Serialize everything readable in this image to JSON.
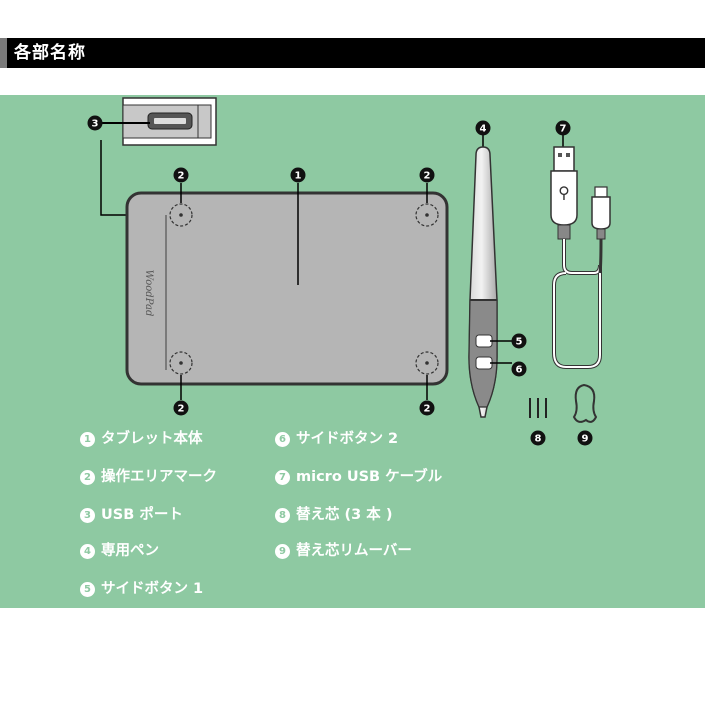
{
  "header": {
    "title": "各部名称"
  },
  "diagram": {
    "tablet_logo": "WoodPad",
    "callouts": {
      "tablet": "1",
      "active_area": "2",
      "usb_port": "3",
      "pen": "4",
      "side_button_1": "5",
      "side_button_2": "6",
      "cable": "7",
      "nibs": "8",
      "nib_remover": "9"
    }
  },
  "legend": [
    {
      "num": "1",
      "label": "タブレット本体"
    },
    {
      "num": "2",
      "label": "操作エリアマーク"
    },
    {
      "num": "3",
      "label": "USB ポート"
    },
    {
      "num": "4",
      "label": "専用ペン"
    },
    {
      "num": "5",
      "label": "サイドボタン 1"
    },
    {
      "num": "6",
      "label": "サイドボタン 2"
    },
    {
      "num": "7",
      "label": "micro USB ケーブル"
    },
    {
      "num": "8",
      "label": "替え芯 (3 本 )"
    },
    {
      "num": "9",
      "label": "替え芯リムーバー"
    }
  ],
  "colors": {
    "panel": "#8ec9a2",
    "header": "#000000",
    "tablet": "#b5b5b5"
  }
}
